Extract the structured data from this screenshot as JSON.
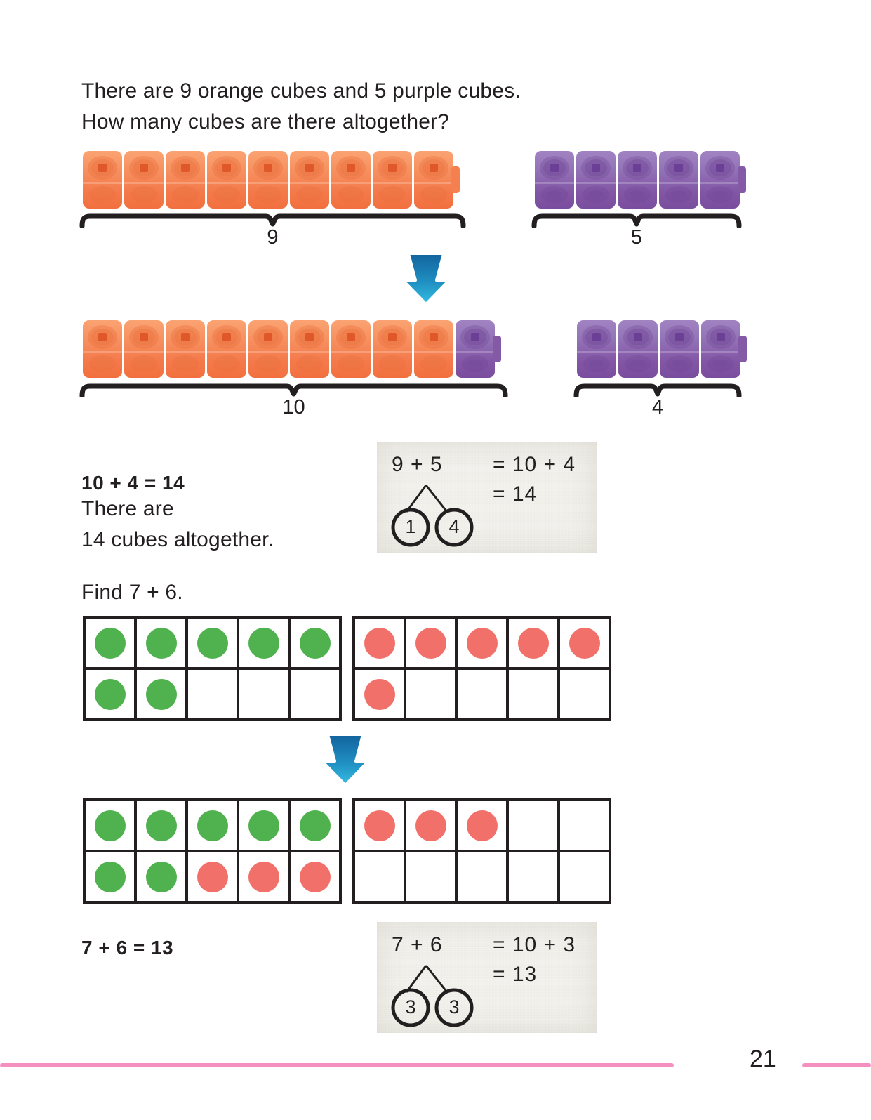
{
  "page": {
    "number": "21",
    "accent_pink": "#f48fc0"
  },
  "problem": {
    "statement": "There are 9 orange cubes and 5 purple cubes.\nHow many cubes are there altogether?",
    "answer_equation": "10 + 4 = 14",
    "answer_text": "There are\n 14 cubes altogether."
  },
  "cube_rows": {
    "row1_orange": {
      "count": 9,
      "color": "orange",
      "brace_label": "9"
    },
    "row1_purple": {
      "count": 5,
      "color": "purple",
      "brace_label": "5"
    },
    "row2_left": {
      "orange_count": 9,
      "purple_count": 1,
      "brace_label": "10"
    },
    "row2_right": {
      "purple_count": 4,
      "brace_label": "4"
    }
  },
  "bond1": {
    "expression": "9 + 5",
    "part_left": "1",
    "part_right": "4",
    "rhs_line_1": "= 10 + 4",
    "rhs_line_2": "= 14"
  },
  "bond2": {
    "expression": "7 + 6",
    "part_left": "3",
    "part_right": "3",
    "rhs_line_1": "= 10 + 3",
    "rhs_line_2": "= 13"
  },
  "find_task": {
    "prompt": "Find 7 + 6.",
    "result": "7 + 6 = 13"
  },
  "ten_frames": {
    "frame_a_green": {
      "label": "green-seven",
      "cells": [
        "green",
        "green",
        "green",
        "green",
        "green",
        "green",
        "green",
        "empty",
        "empty",
        "empty"
      ]
    },
    "frame_b_red": {
      "label": "red-six",
      "cells": [
        "red",
        "red",
        "red",
        "red",
        "red",
        "red",
        "empty",
        "empty",
        "empty",
        "empty"
      ]
    },
    "frame_c_mixed": {
      "label": "green-seven-plus-three-red",
      "cells": [
        "green",
        "green",
        "green",
        "green",
        "green",
        "green",
        "green",
        "red",
        "red",
        "red"
      ]
    },
    "frame_d_red": {
      "label": "red-three-remaining",
      "cells": [
        "red",
        "red",
        "red",
        "empty",
        "empty",
        "empty",
        "empty",
        "empty",
        "empty",
        "empty"
      ]
    }
  },
  "colors": {
    "orange_cube": "#f4794a",
    "purple_cube": "#8256a5",
    "green_dot": "#50b14f",
    "red_dot": "#f2706a",
    "arrow_blue_top": "#1b6ea8",
    "arrow_blue_bottom": "#2bb6e0"
  },
  "icons": {
    "arrow_1": "down-arrow-icon",
    "arrow_2": "down-arrow-icon"
  }
}
